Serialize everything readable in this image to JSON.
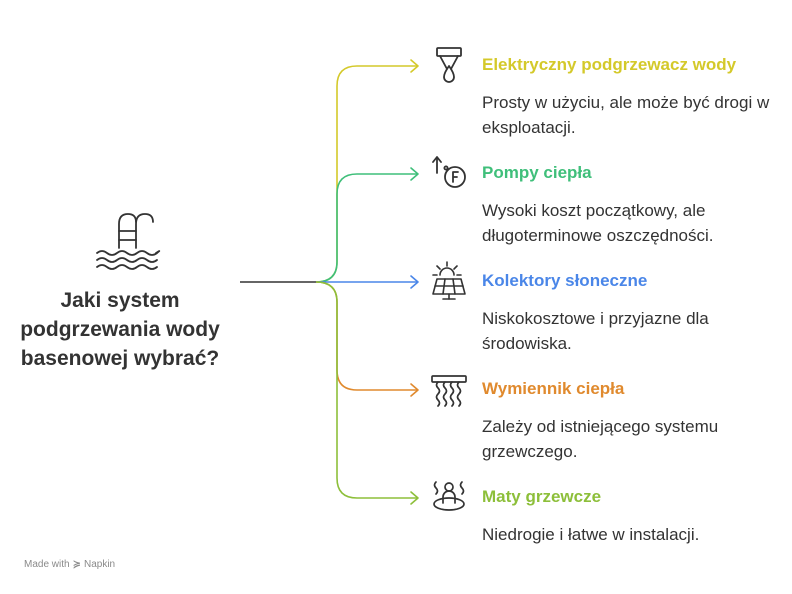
{
  "main": {
    "question": "Jaki system podgrzewania wody basenowej wybrać?",
    "icon": "pool-ladder-icon"
  },
  "colors": {
    "root_line": "#333333",
    "text": "#333333",
    "icon_stroke": "#333333"
  },
  "branches": [
    {
      "title": "Elektryczny podgrzewacz wody",
      "description": "Prosty w użyciu, ale może być drogi w eksploatacji.",
      "color": "#D4C92A",
      "icon": "electric-heater-icon"
    },
    {
      "title": "Pompy ciepła",
      "description": "Wysoki koszt początkowy, ale długoterminowe oszczędności.",
      "color": "#3FBF7A",
      "icon": "heat-pump-icon"
    },
    {
      "title": "Kolektory słoneczne",
      "description": "Niskokosztowe i przyjazne dla środowiska.",
      "color": "#4A86E8",
      "icon": "solar-panel-icon"
    },
    {
      "title": "Wymiennik ciepła",
      "description": "Zależy od istniejącego systemu grzewczego.",
      "color": "#E08A2E",
      "icon": "heat-exchanger-icon"
    },
    {
      "title": "Maty grzewcze",
      "description": "Niedrogie i łatwe w instalacji.",
      "color": "#8DBF3A",
      "icon": "heating-mat-icon"
    }
  ],
  "footer": {
    "made_with": "Made with",
    "brand": "Napkin"
  }
}
